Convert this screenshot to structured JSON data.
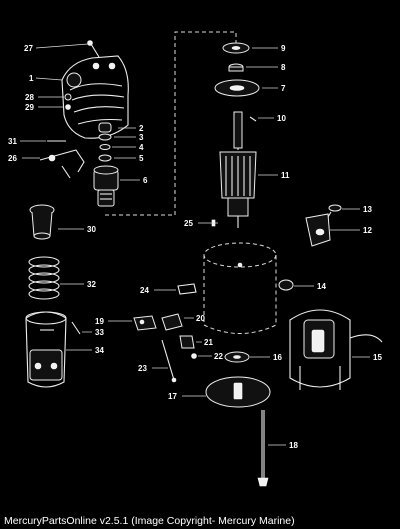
{
  "caption": "MercuryPartsOnline v2.5.1 (Image Copyright- Mercury Marine)",
  "callouts": [
    {
      "id": "p1",
      "label": "1"
    },
    {
      "id": "p2",
      "label": "2"
    },
    {
      "id": "p3",
      "label": "3"
    },
    {
      "id": "p4",
      "label": "4"
    },
    {
      "id": "p5",
      "label": "5"
    },
    {
      "id": "p6",
      "label": "6"
    },
    {
      "id": "p7",
      "label": "7"
    },
    {
      "id": "p8",
      "label": "8"
    },
    {
      "id": "p9",
      "label": "9"
    },
    {
      "id": "p10",
      "label": "10"
    },
    {
      "id": "p11",
      "label": "11"
    },
    {
      "id": "p12",
      "label": "12"
    },
    {
      "id": "p13",
      "label": "13"
    },
    {
      "id": "p14",
      "label": "14"
    },
    {
      "id": "p15",
      "label": "15"
    },
    {
      "id": "p16",
      "label": "16"
    },
    {
      "id": "p17",
      "label": "17"
    },
    {
      "id": "p18",
      "label": "18"
    },
    {
      "id": "p19",
      "label": "19"
    },
    {
      "id": "p20",
      "label": "20"
    },
    {
      "id": "p21",
      "label": "21"
    },
    {
      "id": "p22",
      "label": "22"
    },
    {
      "id": "p23",
      "label": "23"
    },
    {
      "id": "p24",
      "label": "24"
    },
    {
      "id": "p25",
      "label": "25"
    },
    {
      "id": "p26",
      "label": "26"
    },
    {
      "id": "p27",
      "label": "27"
    },
    {
      "id": "p28",
      "label": "28"
    },
    {
      "id": "p29",
      "label": "29"
    },
    {
      "id": "p30",
      "label": "30"
    },
    {
      "id": "p31",
      "label": "31"
    },
    {
      "id": "p32",
      "label": "32"
    },
    {
      "id": "p33",
      "label": "33"
    },
    {
      "id": "p34",
      "label": "34"
    }
  ]
}
